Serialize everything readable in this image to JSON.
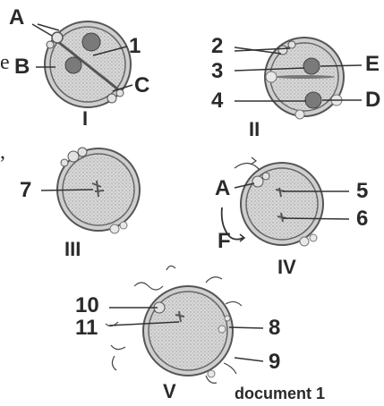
{
  "caption": "document 1",
  "edge_marks": [
    "e",
    ","
  ],
  "panels": [
    {
      "numeral": "I",
      "labels": [
        "A",
        "B",
        "1",
        "C"
      ]
    },
    {
      "numeral": "II",
      "labels": [
        "2",
        "3",
        "4",
        "E",
        "D"
      ]
    },
    {
      "numeral": "III",
      "labels": [
        "7"
      ]
    },
    {
      "numeral": "IV",
      "labels": [
        "A",
        "F",
        "5",
        "6"
      ]
    },
    {
      "numeral": "V",
      "labels": [
        "10",
        "11",
        "8",
        "9"
      ]
    }
  ],
  "colors": {
    "ink": "#2a2a2a",
    "cytoplasm": "#d6d6d6",
    "nucleus": "#8a8a8a",
    "zona": "#bdbdbd"
  }
}
